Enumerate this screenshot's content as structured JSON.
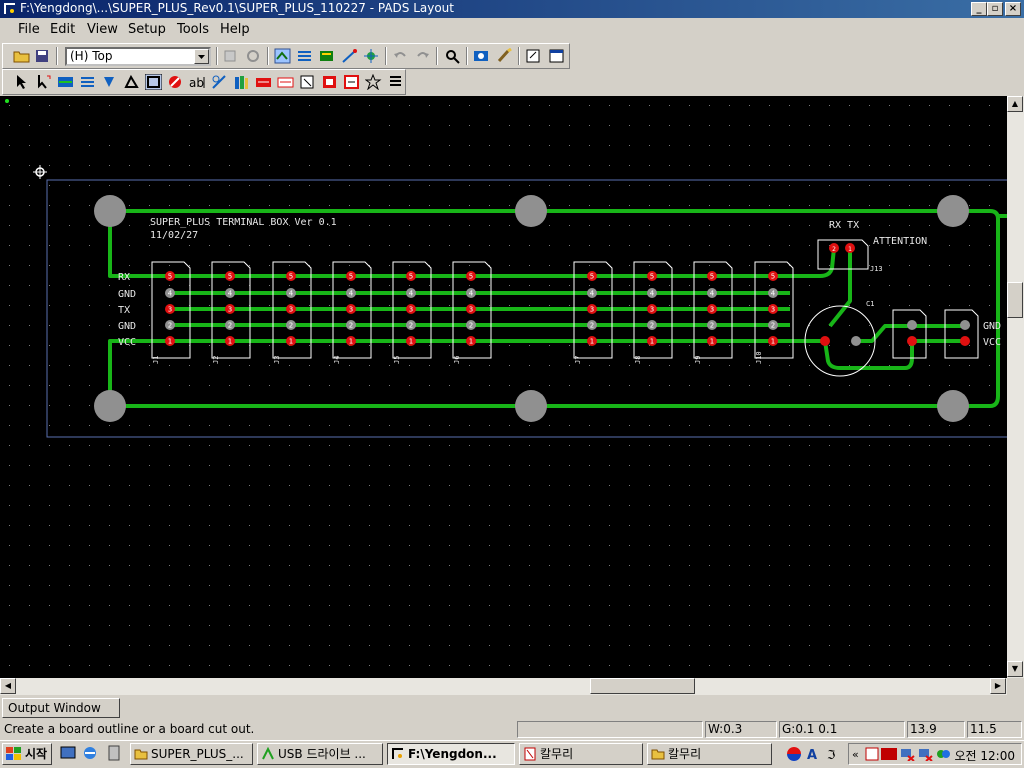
{
  "window": {
    "title": "F:\\Yengdong\\...\\SUPER_PLUS_Rev0.1\\SUPER_PLUS_110227 - PADS Layout"
  },
  "menu": [
    "File",
    "Edit",
    "View",
    "Setup",
    "Tools",
    "Help"
  ],
  "toolbar": {
    "layer_value": "(H) Top"
  },
  "board": {
    "title_line1": "SUPER_PLUS TERMINAL BOX Ver 0.1",
    "title_line2": "11/02/27",
    "signal_labels": [
      "RX",
      "GND",
      "TX",
      "GND",
      "VCC"
    ],
    "rxtx_label": "RX TX",
    "attention_label": "ATTENTION",
    "right_labels": [
      "GND",
      "VCC"
    ],
    "connector_refs": [
      "J1",
      "J2",
      "J3",
      "J4",
      "J5",
      "J6",
      "J7",
      "J8",
      "J9",
      "J10"
    ],
    "j13_ref": "J13",
    "c1_ref": "C1",
    "pin_numbers": [
      "5",
      "4",
      "3",
      "2",
      "1"
    ],
    "j13_pins": [
      "2",
      "1"
    ],
    "colors": {
      "trace": "#18b518",
      "pad_red": "#e01010",
      "pad_gray": "#909090",
      "outline": "#5a6fb0",
      "background": "#000000"
    }
  },
  "output_window": {
    "label": "Output Window"
  },
  "status": {
    "message": "Create a board outline or a board cut out.",
    "width": "W:0.3",
    "grid": "G:0.1 0.1",
    "x": "13.9",
    "y": "11.5"
  },
  "taskbar": {
    "start": "시작",
    "buttons": [
      "SUPER_PLUS_...",
      "USB 드라이브 ...",
      "F:\\Yengdon...",
      "칼무리",
      "칼무리"
    ],
    "clock": "오전 12:00"
  }
}
